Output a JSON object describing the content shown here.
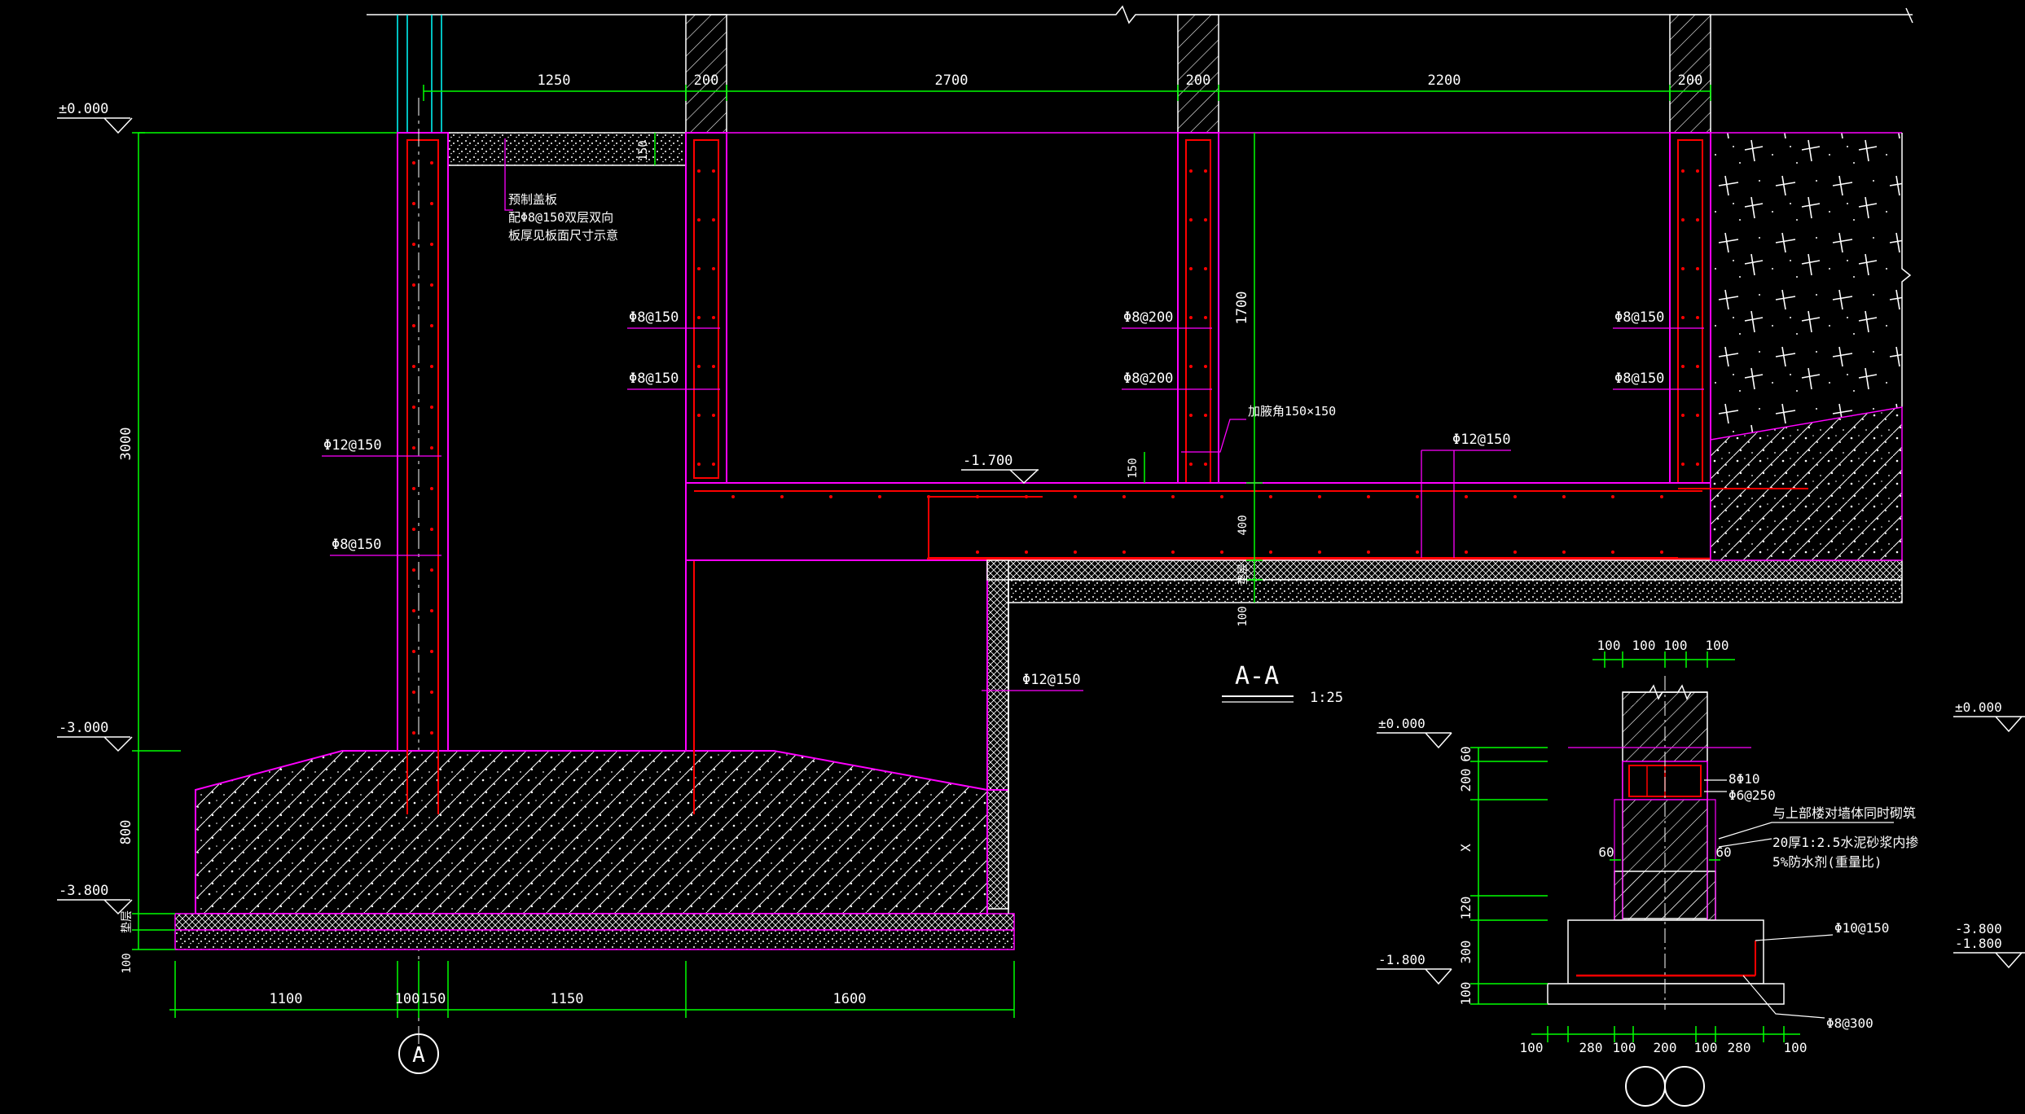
{
  "colors": {
    "background": "#000000",
    "magenta": "#ff00ff",
    "green": "#00ff00",
    "red": "#ff0000",
    "white": "#ffffff",
    "cyan": "#00ffff"
  },
  "main_section": {
    "top_dims": [
      "1250",
      "200",
      "2700",
      "200",
      "2200",
      "200"
    ],
    "left_dims": [
      "3000",
      "800",
      "垫层",
      "100"
    ],
    "bottom_dims": [
      "1100",
      "100",
      "150",
      "1150",
      "1600"
    ],
    "elevations": [
      "±0.000",
      "-3.000",
      "-3.800",
      "-1.700"
    ],
    "small_dims": [
      "150",
      "150",
      "1700",
      "400",
      "垫层",
      "100"
    ],
    "wall_labels": [
      "Φ12@150",
      "Φ8@150",
      "Φ8@150",
      "Φ8@150",
      "Φ8@200",
      "Φ8@200",
      "Φ8@150",
      "Φ8@150",
      "Φ12@150",
      "Φ12@150"
    ],
    "precast_note": [
      "预制盖板",
      "配Φ8@150双层双向",
      "板厚见板面尺寸示意"
    ],
    "fillet_label": "加腋角150×150",
    "axis_label": "A"
  },
  "section_title": {
    "text": "A-A",
    "scale": "1:25"
  },
  "detail": {
    "top_dims": [
      "100",
      "100",
      "100",
      "100"
    ],
    "left_dims": [
      "60",
      "200",
      "X",
      "120",
      "300",
      "100"
    ],
    "side_dims": [
      "60",
      "60"
    ],
    "bottom_dims": [
      "100",
      "280",
      "100",
      "200",
      "100",
      "280",
      "100"
    ],
    "elevations": [
      "±0.000",
      "-1.800"
    ],
    "rebar": [
      "8Φ10",
      "Φ6@250",
      "Φ10@150",
      "Φ8@300"
    ],
    "notes": [
      "与上部楼对墙体同时砌筑",
      "20厚1:2.5水泥砂浆内掺",
      "5%防水剂(重量比)"
    ]
  },
  "right_edge": {
    "elevations": [
      "±0.000",
      "-3.800",
      "-1.800"
    ]
  }
}
